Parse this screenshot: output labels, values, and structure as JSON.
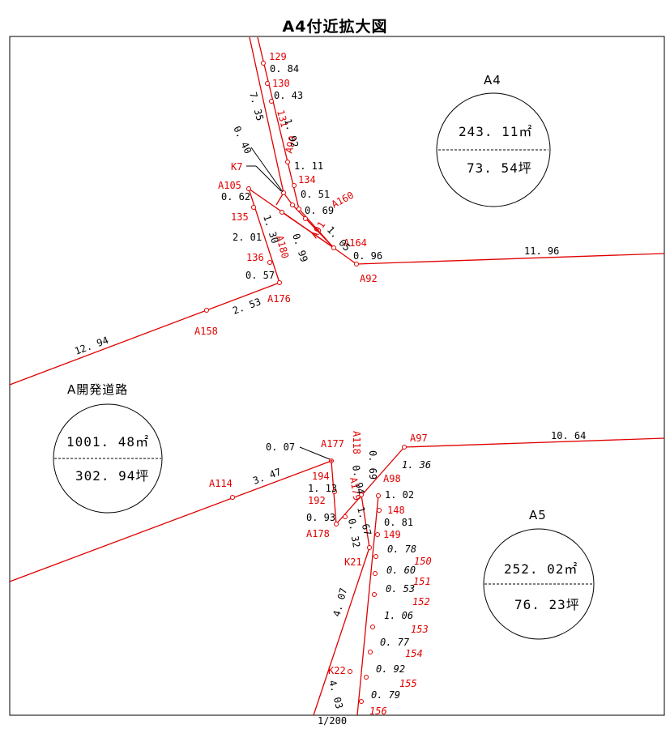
{
  "title": "A4付近拡大図",
  "scale": "1/200",
  "parcels": {
    "a4": {
      "name": "A4",
      "area": "243. 11㎡",
      "tsubo": "73. 54坪"
    },
    "road": {
      "name": "A開発道路",
      "area": "1001. 48㎡",
      "tsubo": "302. 94坪"
    },
    "a5": {
      "name": "A5",
      "area": "252. 02㎡",
      "tsubo": "76. 23坪"
    }
  },
  "points": {
    "p129": "129",
    "p130": "130",
    "p131": "131",
    "A90": "A90",
    "p134": "134",
    "K7": "K7",
    "A105": "A105",
    "A160": "A160",
    "p135": "135",
    "A91": "A91",
    "A180": "A180",
    "A164": "A164",
    "A92": "A92",
    "p136": "136",
    "A176": "A176",
    "A158": "A158",
    "A177": "A177",
    "A118": "A118",
    "A97": "A97",
    "A114": "A114",
    "p194": "194",
    "A98": "A98",
    "A179": "A179",
    "p192": "192",
    "p148": "148",
    "A178": "A178",
    "p149": "149",
    "K21": "K21",
    "p150": "150",
    "p151": "151",
    "p152": "152",
    "p153": "153",
    "p154": "154",
    "K22": "K22",
    "p155": "155",
    "p156": "156"
  },
  "distances": {
    "d084": "0. 84",
    "d043": "0. 43",
    "d735": "7. 35",
    "d192": "1. 92",
    "d040": "0. 40",
    "d111": "1. 11",
    "d051": "0. 51",
    "d069a": "0. 69",
    "d062": "0. 62",
    "d130": "1. 30",
    "d099": "0. 99",
    "d105": "1. 05",
    "d201": "2. 01",
    "d096": "0. 96",
    "d1196": "11. 96",
    "d057": "0. 57",
    "d253": "2. 53",
    "d1294": "12. 94",
    "d007": "0. 07",
    "d069b": "0. 69",
    "d1064": "10. 64",
    "d136": "1. 36",
    "d347": "3. 47",
    "d094": "0. 94",
    "d113": "1. 13",
    "d102": "1. 02",
    "d081": "0. 81",
    "d093": "0. 93",
    "d167": "1. 67",
    "d032": "0. 32",
    "d078": "0. 78",
    "d060": "0. 60",
    "d053": "0. 53",
    "d106": "1. 06",
    "d407": "4. 07",
    "d077": "0. 77",
    "d092": "0. 92",
    "d403": "4. 03",
    "d079": "0. 79"
  }
}
